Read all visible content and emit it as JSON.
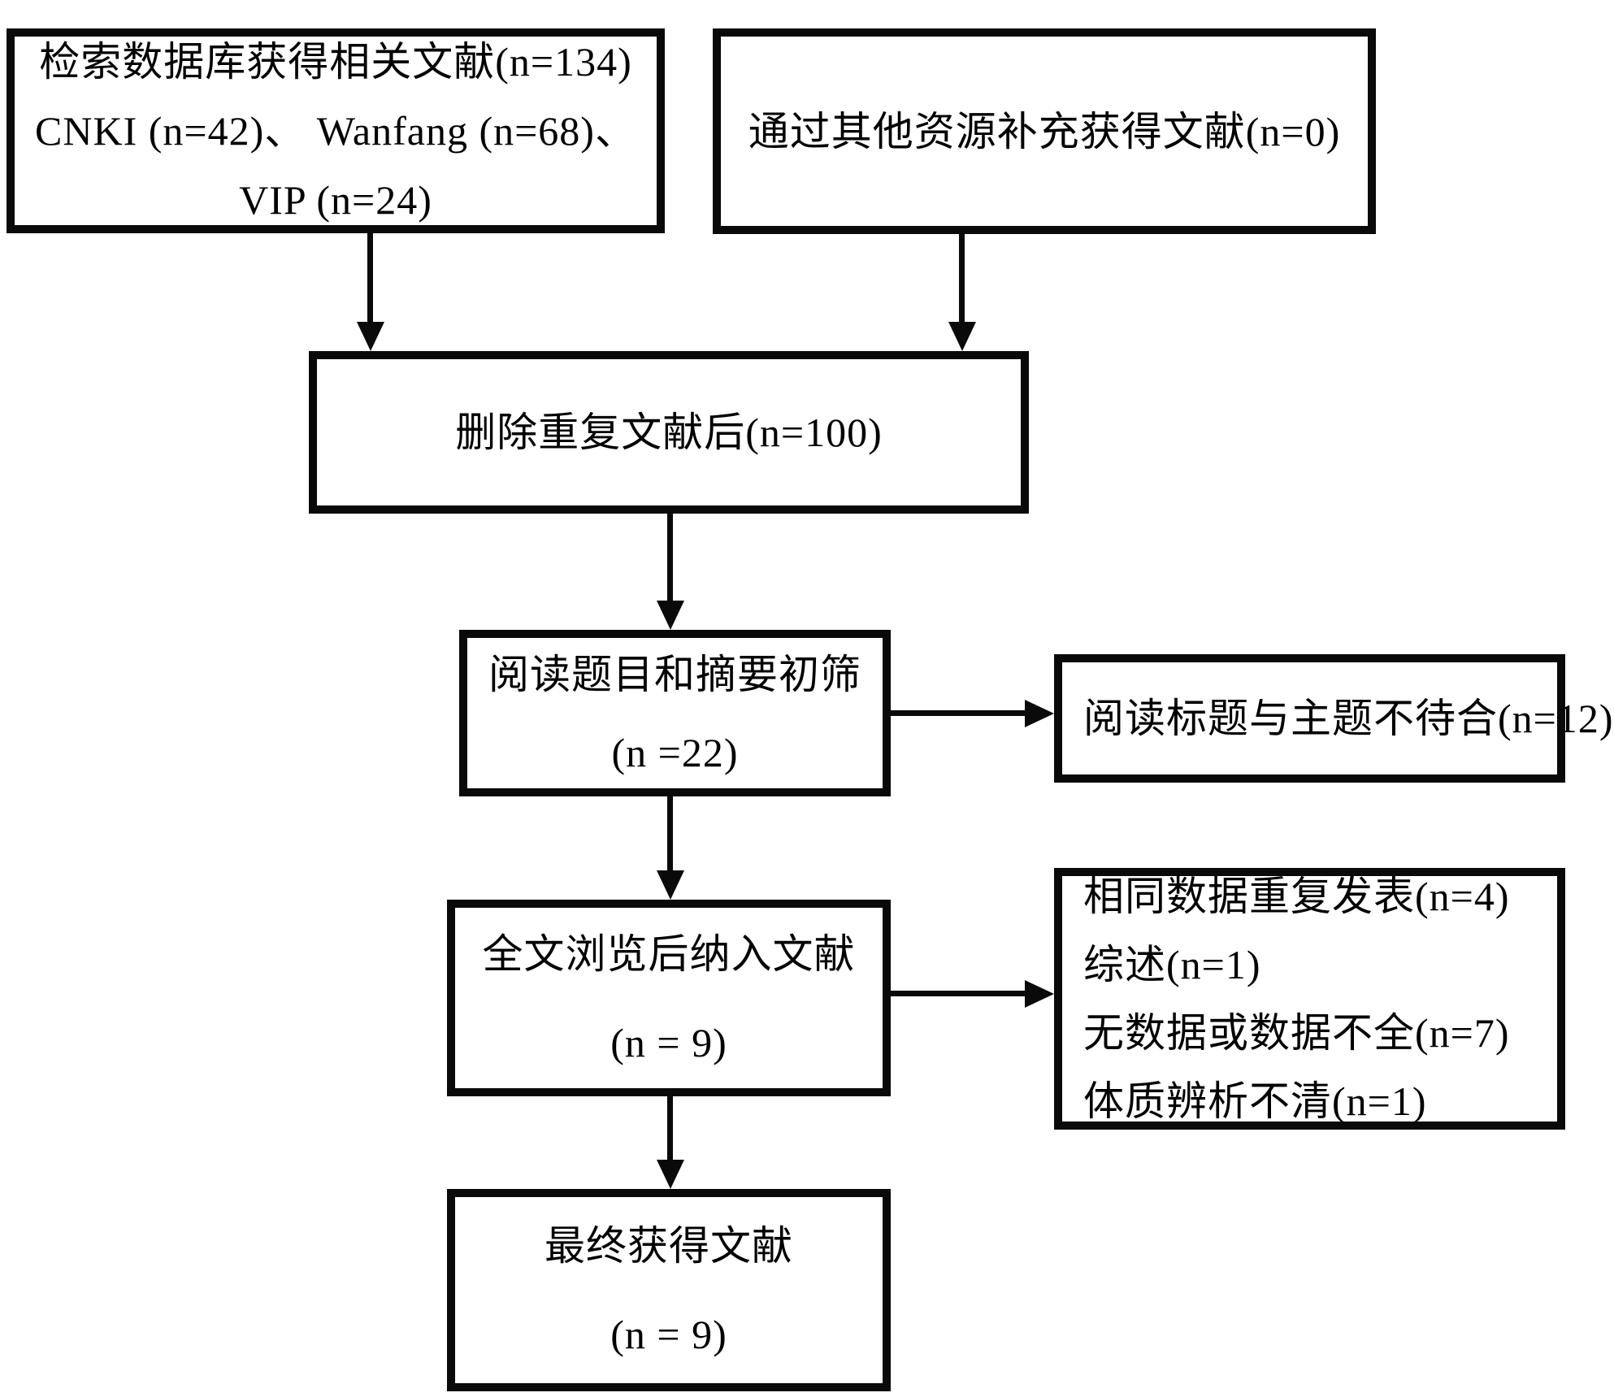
{
  "colors": {
    "ink": "#0a0a0a",
    "background": "#ffffff"
  },
  "diagram": {
    "type": "flowchart",
    "boxes": {
      "db_search": {
        "lines": [
          "检索数据库获得相关文献(n=134)",
          "CNKI (n=42)、 Wanfang (n=68)、",
          "VIP (n=24)"
        ]
      },
      "other_sources": {
        "lines": [
          "通过其他资源补充获得文献(n=0)"
        ]
      },
      "deduplicated": {
        "lines": [
          "删除重复文献后(n=100)"
        ]
      },
      "title_abstract_screening": {
        "lines": [
          "阅读题目和摘要初筛",
          "(n =22)"
        ]
      },
      "excluded_by_title": {
        "lines": [
          "阅读标题与主题不待合(n=12)"
        ]
      },
      "fulltext_included": {
        "lines": [
          "全文浏览后纳入文献",
          "(n = 9)"
        ]
      },
      "excluded_fulltext": {
        "lines": [
          "相同数据重复发表(n=4)",
          "综述(n=1)",
          "无数据或数据不全(n=7)",
          "体质辨析不清(n=1)"
        ]
      },
      "final_included": {
        "lines": [
          "最终获得文献",
          "(n = 9)"
        ]
      }
    }
  }
}
